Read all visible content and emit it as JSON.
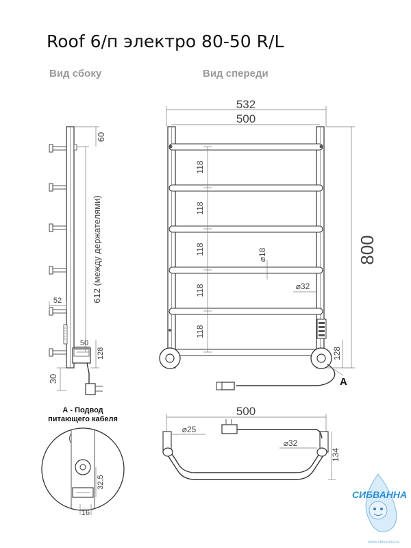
{
  "title": "Roof 6/п электро 80-50 R/L",
  "views": {
    "side": "Вид сбоку",
    "front": "Вид спереди"
  },
  "side_dims": {
    "top_gap": "60",
    "between_holders": "612 (между держателями)",
    "depth_52": "52",
    "depth_50": "50",
    "bottom_128": "128",
    "bottom_30": "30"
  },
  "front_dims": {
    "width_outer": "532",
    "width_inner": "500",
    "height": "800",
    "pitches": [
      "118",
      "118",
      "118",
      "118",
      "118"
    ],
    "rung_diameter": "⌀18",
    "pipe_diameter": "⌀32",
    "bottom_128": "128",
    "callout": "A"
  },
  "top_dims": {
    "width": "500",
    "diam_25": "⌀25",
    "diam_32": "⌀32",
    "depth_134": "134"
  },
  "detail": {
    "label_line1": "А - Подвод",
    "label_line2": "питающего кабеля",
    "dim_32_5": "32,5",
    "dim_16": "16"
  },
  "logo": {
    "brand": "СИБВАННА",
    "url": "www.sibvanna.ru",
    "color": "#2a8fd8"
  }
}
